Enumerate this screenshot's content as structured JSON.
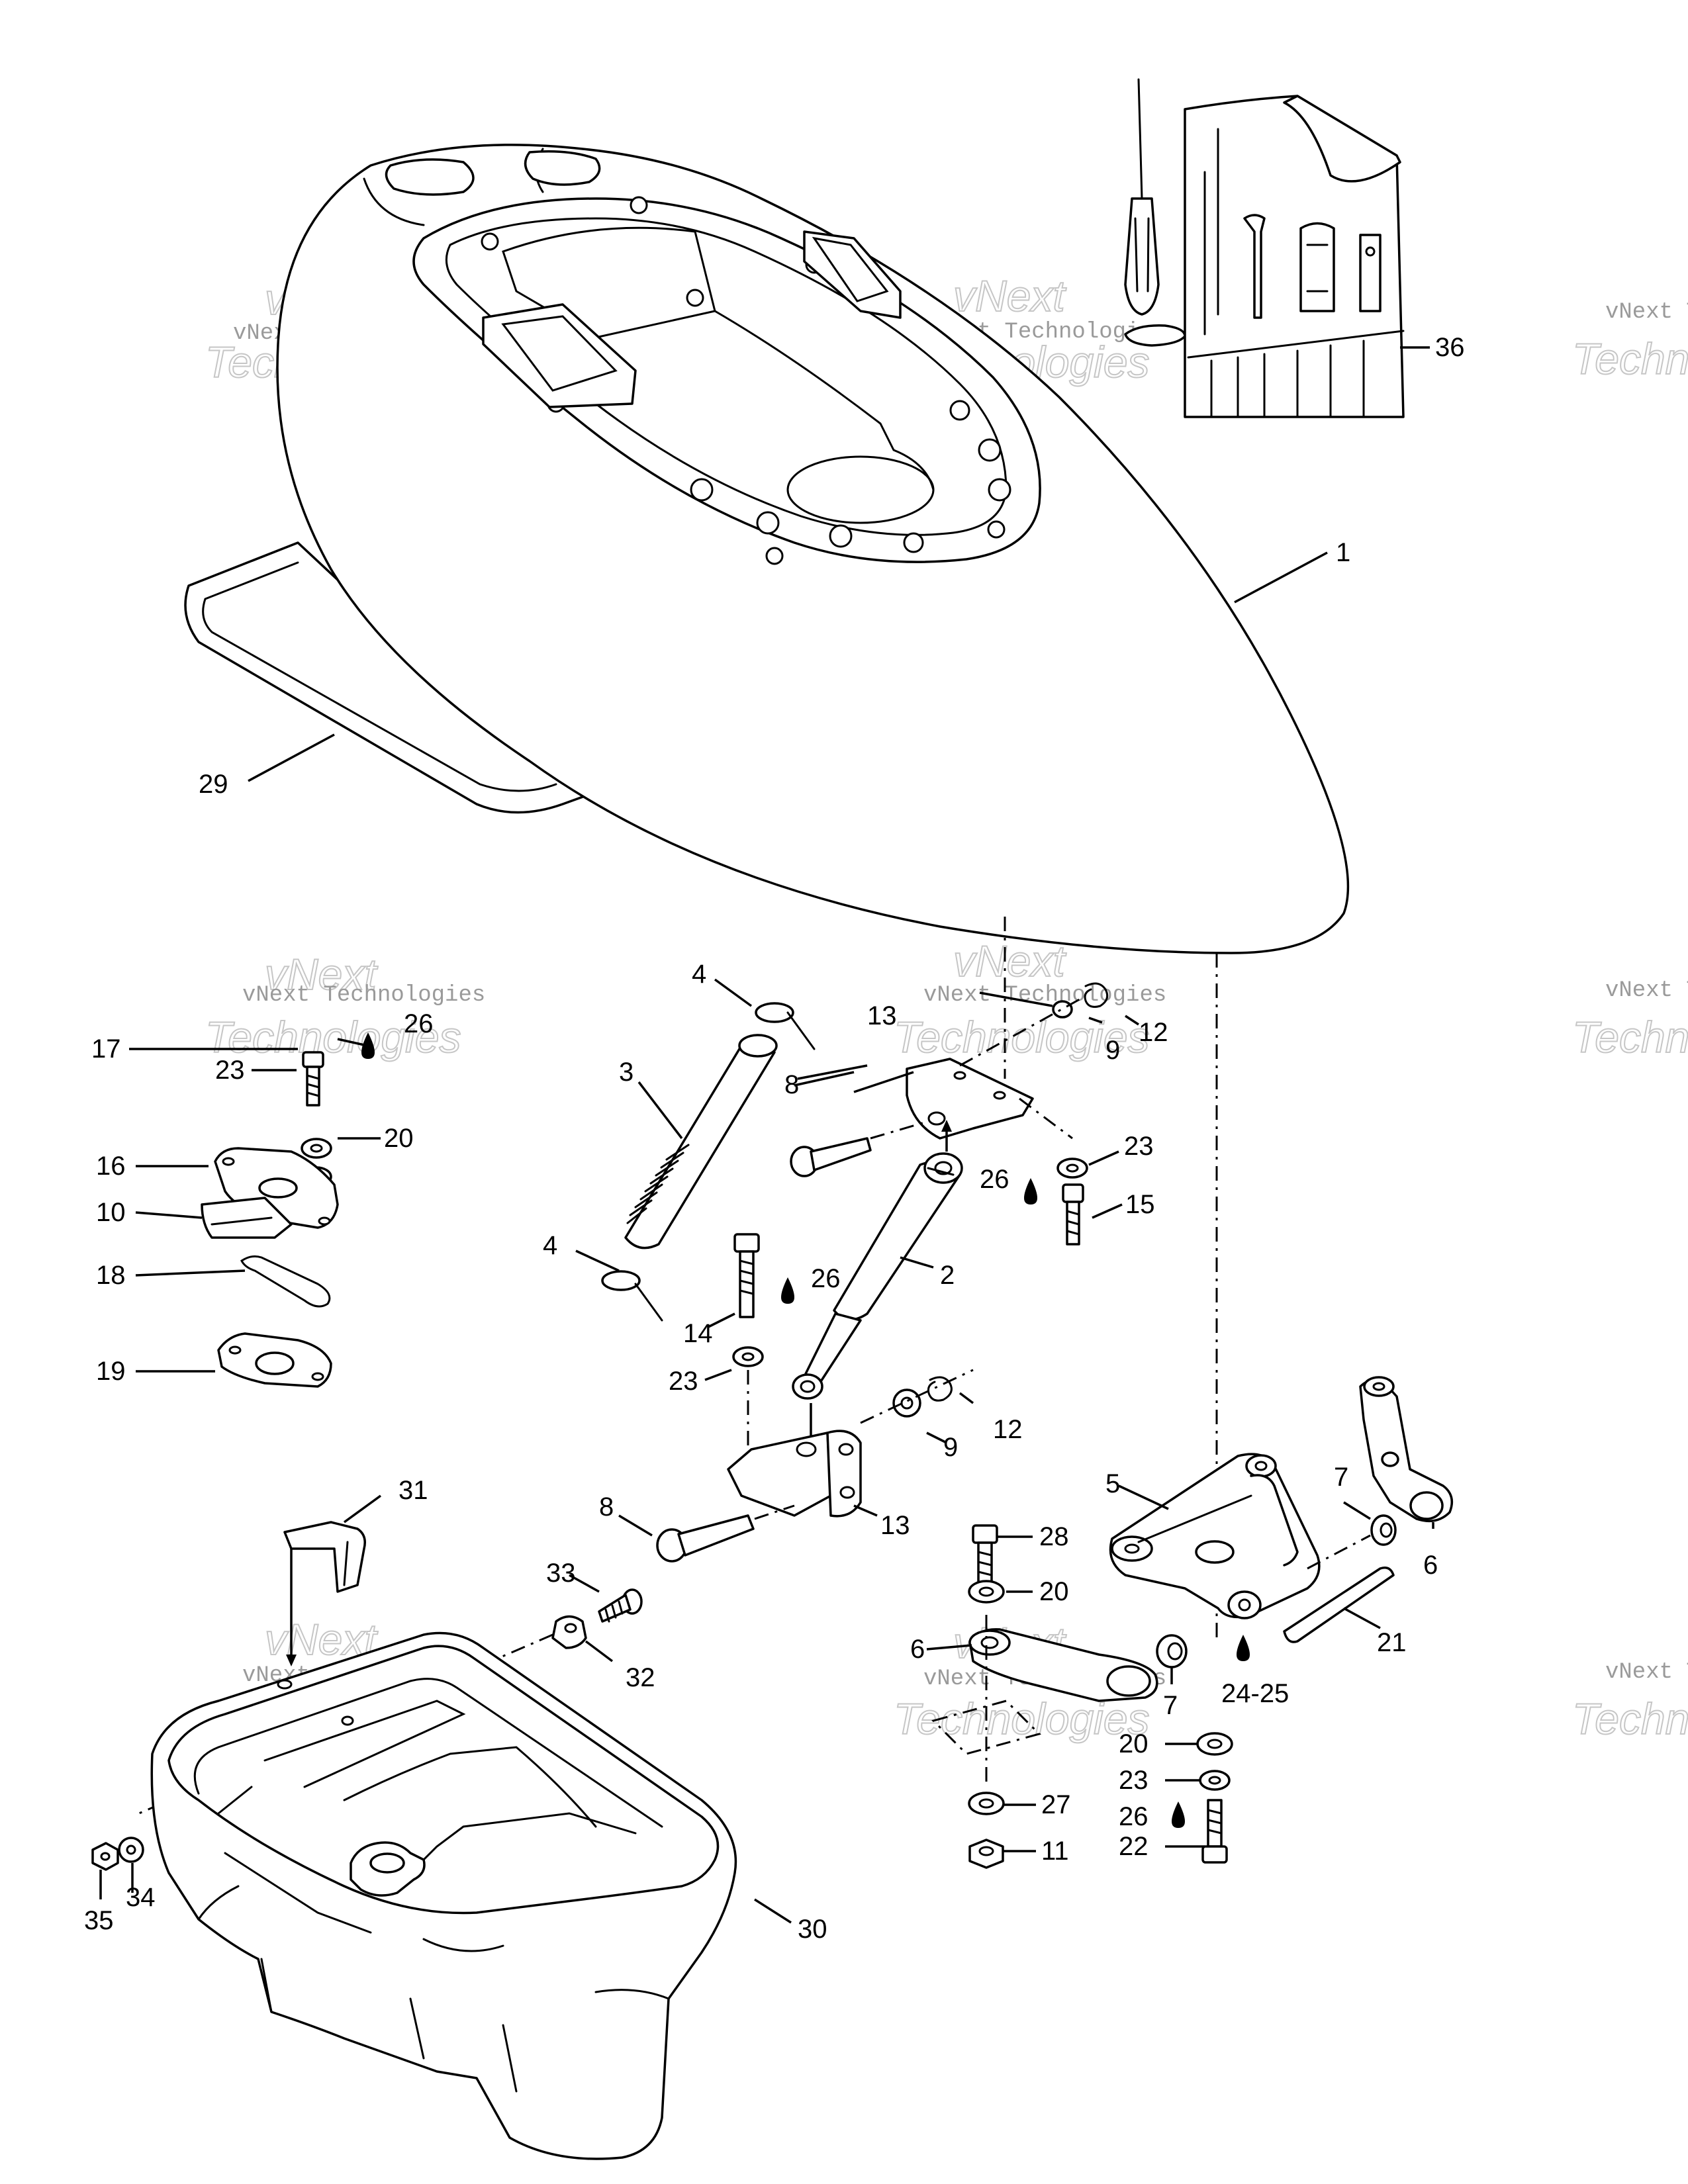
{
  "watermark": {
    "line1": "vNext Technologies",
    "line2": "Technologies",
    "line3": "vNext"
  },
  "callouts": {
    "c1": "1",
    "c2": "2",
    "c3": "3",
    "c4a": "4",
    "c4b": "4",
    "c5": "5",
    "c6a": "6",
    "c6b": "6",
    "c7a": "7",
    "c7b": "7",
    "c8a": "8",
    "c8b": "8",
    "c9a": "9",
    "c9b": "9",
    "c10": "10",
    "c11": "11",
    "c12a": "12",
    "c12b": "12",
    "c13a": "13",
    "c13b": "13",
    "c14": "14",
    "c15": "15",
    "c16": "16",
    "c17": "17",
    "c18": "18",
    "c19": "19",
    "c20a": "20",
    "c20b": "20",
    "c20c": "20",
    "c21": "21",
    "c22": "22",
    "c23a": "23",
    "c23b": "23",
    "c23c": "23",
    "c23d": "23",
    "c24": "24-25",
    "c26a": "26",
    "c26b": "26",
    "c26c": "26",
    "c26d": "26",
    "c27": "27",
    "c28": "28",
    "c29": "29",
    "c30": "30",
    "c31": "31",
    "c32": "32",
    "c33": "33",
    "c34": "34",
    "c35": "35",
    "c36": "36"
  }
}
